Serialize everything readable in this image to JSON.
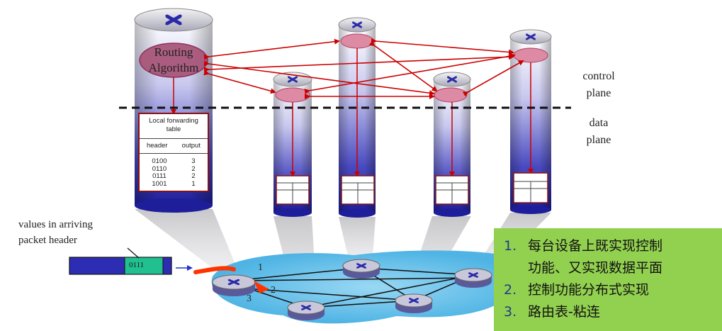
{
  "labels": {
    "routing_algorithm_line1": "Routing",
    "routing_algorithm_line2": "Algorithm",
    "control_plane_line1": "control",
    "control_plane_line2": "plane",
    "data_plane_line1": "data",
    "data_plane_line2": "plane",
    "packet_caption_line1": "values in arriving",
    "packet_caption_line2": "packet header",
    "packet_value": "0111"
  },
  "forwarding_table": {
    "title_line1": "Local forwarding",
    "title_line2": "table",
    "columns": [
      "header",
      "output"
    ],
    "rows": [
      [
        "0100",
        "3"
      ],
      [
        "0110",
        "2"
      ],
      [
        "0111",
        "2"
      ],
      [
        "1001",
        "1"
      ]
    ]
  },
  "link_numbers": [
    "1",
    "2",
    "3"
  ],
  "note": {
    "items": [
      {
        "num": "1.",
        "text": "每台设备上既实现控制"
      },
      {
        "num": "",
        "text": "功能、又实现数据平面"
      },
      {
        "num": "2.",
        "text": "控制功能分布式实现"
      },
      {
        "num": "3.",
        "text": "路由表-粘连"
      }
    ]
  },
  "colors": {
    "control_arrow": "#cc0000",
    "cylinder_purple": "#2a2aa8",
    "network_cloud": "#6ec6f0",
    "note_bg": "#92d050",
    "packet_highlight": "#20c090",
    "packet_body": "#2d2db4"
  }
}
